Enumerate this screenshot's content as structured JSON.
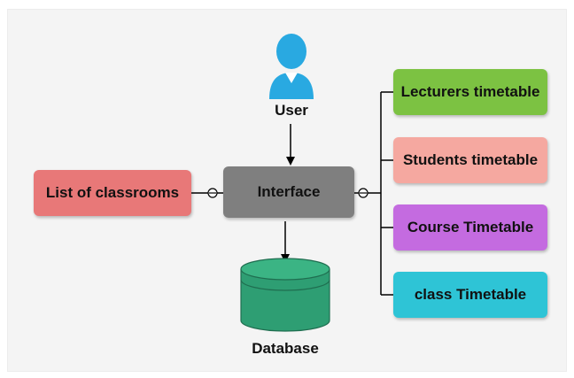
{
  "diagram": {
    "user": {
      "label": "User",
      "icon": "user-icon",
      "color": "#29A9E1"
    },
    "interface": {
      "label": "Interface",
      "color": "#7F7F7F"
    },
    "classrooms": {
      "label": "List of classrooms",
      "color": "#E87878"
    },
    "database": {
      "label": "Database",
      "icon": "database-cylinder-icon",
      "color": "#2E9E73"
    },
    "timetables": [
      {
        "label": "Lecturers timetable",
        "color": "#7CC242"
      },
      {
        "label": "Students timetable",
        "color": "#F5A8A0"
      },
      {
        "label": "Course Timetable",
        "color": "#C46BE0"
      },
      {
        "label": "class Timetable",
        "color": "#2EC4D6"
      }
    ]
  }
}
